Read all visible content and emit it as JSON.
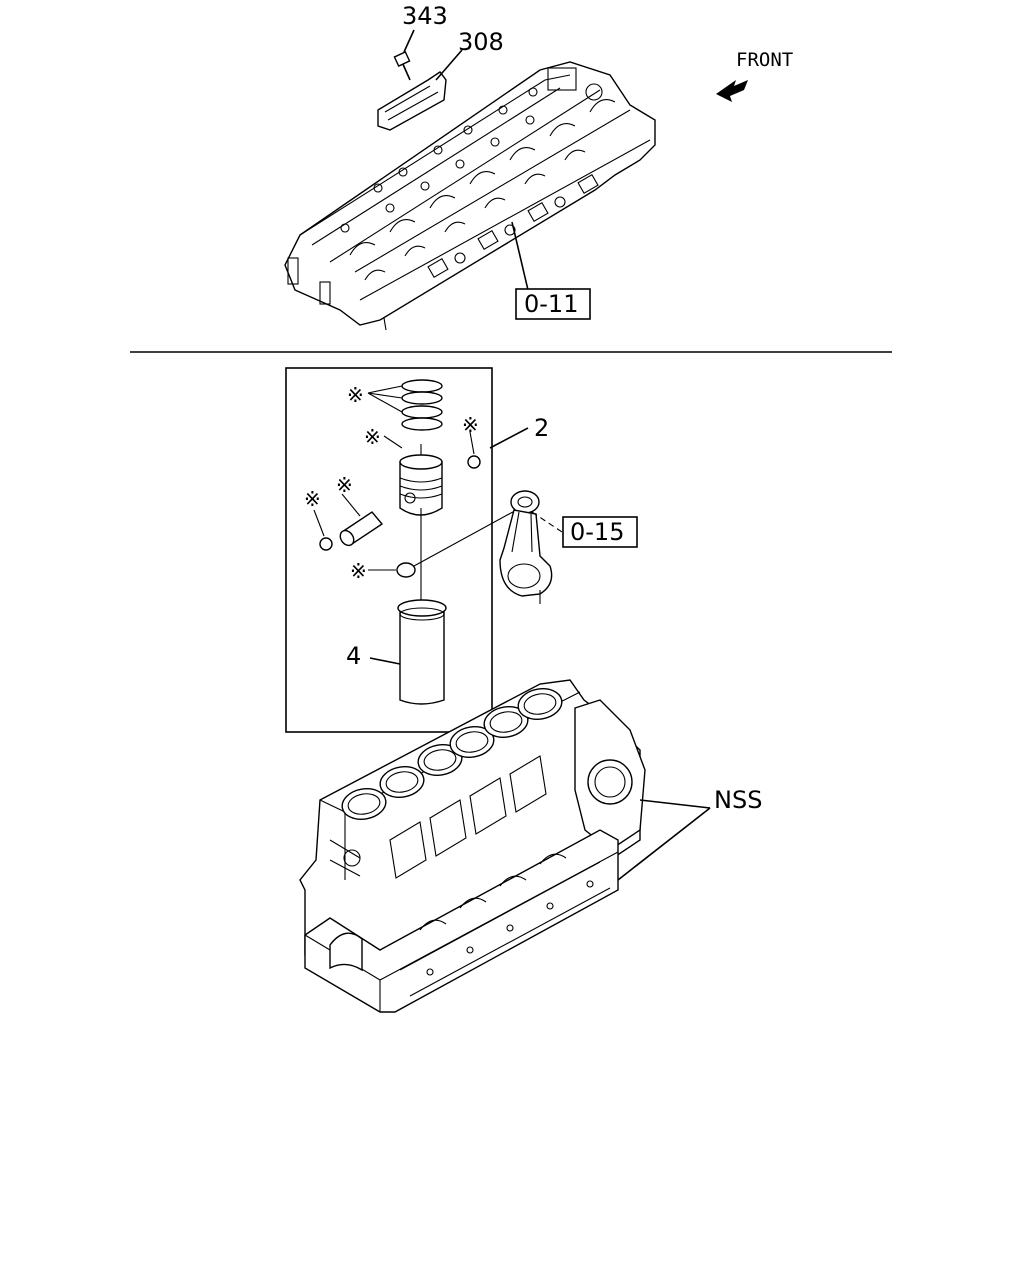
{
  "diagram": {
    "direction_label": "FRONT",
    "callouts": {
      "bolt": "343",
      "bracket": "308",
      "piston_assy": "2",
      "liner": "4",
      "block": "NSS"
    },
    "reference_boxes": {
      "cylinder_head": "0-11",
      "connecting_rod": "0-15"
    },
    "note_mark": "※"
  }
}
